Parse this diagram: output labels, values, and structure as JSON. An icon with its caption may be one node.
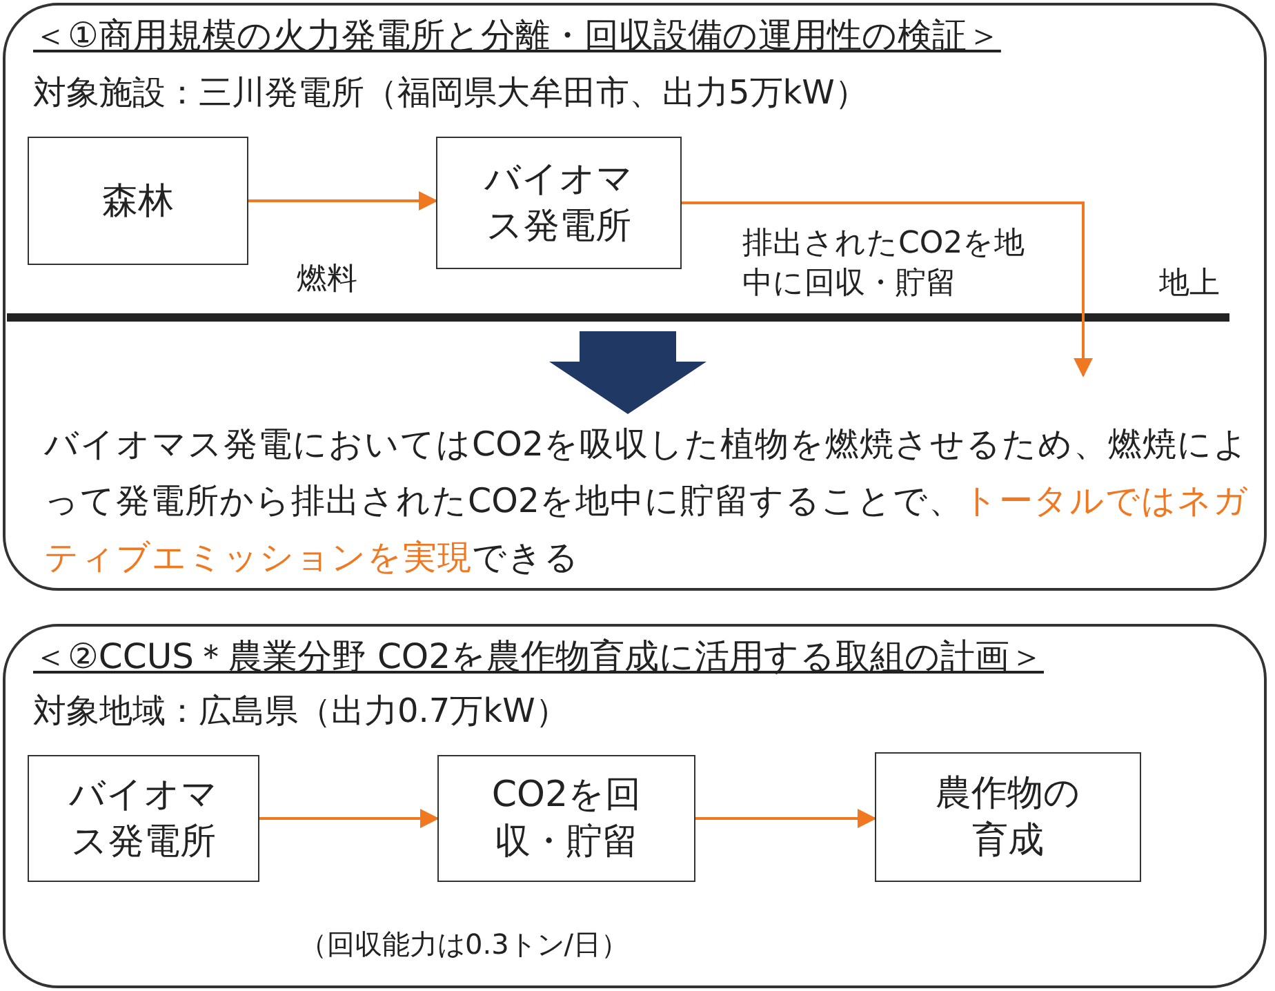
{
  "diagram": {
    "nodes": [
      {
        "text": [
          "＜①商用規模の火力発電所と分離・回収設備の運用性の検証＞",
          "対象施設：三川発電所（福岡県大牟田市、出力5万kW）",
          "バイオマス発電においてはCO2を吸収した植物を燃焼させるため、燃焼によって発電所から排出されたCO2を地中に貯留することで、",
          "トータルではネガティブエミッションを実現",
          "できる"
        ]
      },
      {
        "text": [
          "森林"
        ],
        "in": 0
      },
      {
        "text": [
          "バイオマス発電所"
        ],
        "in": 0
      },
      {
        "text": [
          "＜②CCUS＊農業分野 CO2を農作物育成に活用する取組の計画＞",
          "対象地域：広島県（出力0.7万kW）"
        ]
      },
      {
        "text": [
          "バイオマス発電所"
        ],
        "in": 3
      },
      {
        "text": [
          "CO2を回収・貯留"
        ],
        "in": 3,
        "beside": [
          "（回収能力は0.3トン/日）"
        ]
      },
      {
        "text": [
          "農作物の育成"
        ],
        "in": 3
      }
    ],
    "edges": [
      {
        "from": 1,
        "to": 2,
        "arrow": "to",
        "label": "燃料"
      },
      {
        "from": 2,
        "to": null,
        "arrow": "to",
        "label": "排出されたCO2を地中に回収・貯留"
      },
      {
        "from": 4,
        "to": 5,
        "arrow": "to"
      },
      {
        "from": 5,
        "to": 6,
        "arrow": "to"
      }
    ],
    "labels": [
      "地上"
    ]
  }
}
